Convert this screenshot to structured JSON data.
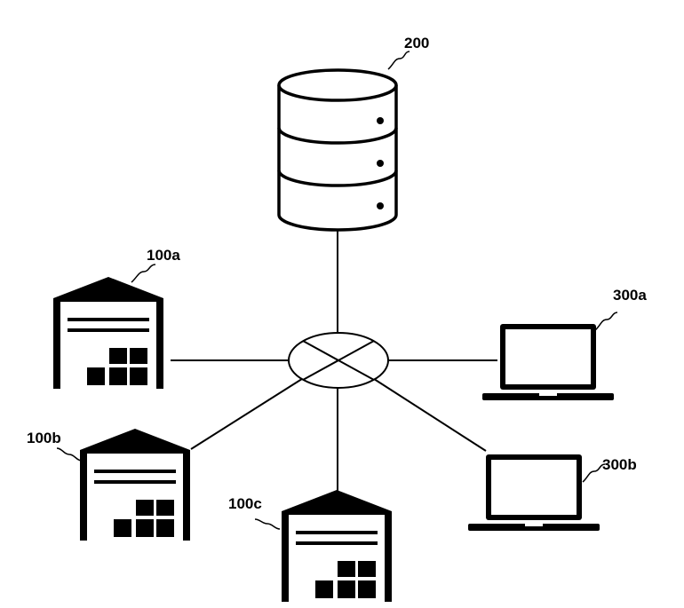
{
  "labels": {
    "server": "200",
    "warehouse_a": "100a",
    "warehouse_b": "100b",
    "warehouse_c": "100c",
    "laptop_a": "300a",
    "laptop_b": "300b"
  },
  "icons": {
    "server": "database-icon",
    "warehouse": "warehouse-icon",
    "laptop": "laptop-icon",
    "network": "network-hub-icon"
  },
  "colors": {
    "line": "#000000",
    "background": "#ffffff"
  }
}
